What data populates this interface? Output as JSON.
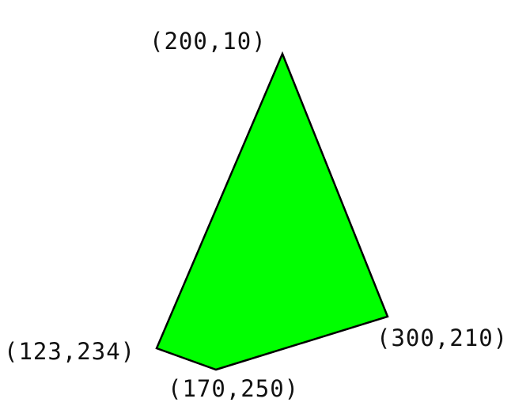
{
  "shape": {
    "fill": "#00ff00",
    "stroke": "#000000",
    "vertices": [
      {
        "label": "(200,10)"
      },
      {
        "label": "(300,210)"
      },
      {
        "label": "(170,250)"
      },
      {
        "label": "(123,234)"
      }
    ]
  }
}
